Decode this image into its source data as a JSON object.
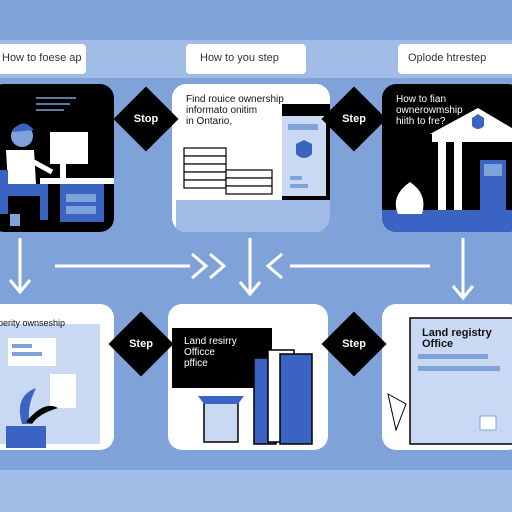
{
  "headers": [
    "How to foese ap",
    "How to you step",
    "Oplode htrestep"
  ],
  "step_label": "Stop",
  "step_label_alt": "Step",
  "panels": {
    "p1": {
      "text": ""
    },
    "p2": {
      "text": "Find rouice ownership\ninformato onitim\nin Ontario,"
    },
    "p3": {
      "text": "How to fian\nownerowmship\nhiith to fre?"
    },
    "p4": {
      "text": "roperity ownseship"
    },
    "p5": {
      "text": "Land resirry\nOfficce\npffice"
    },
    "p6": {
      "text": "Land registry\nOffice"
    }
  },
  "colors": {
    "background": "#7fa3d8",
    "accent": "#3b63c4",
    "panel": "#ffffff",
    "ink": "#000000"
  }
}
